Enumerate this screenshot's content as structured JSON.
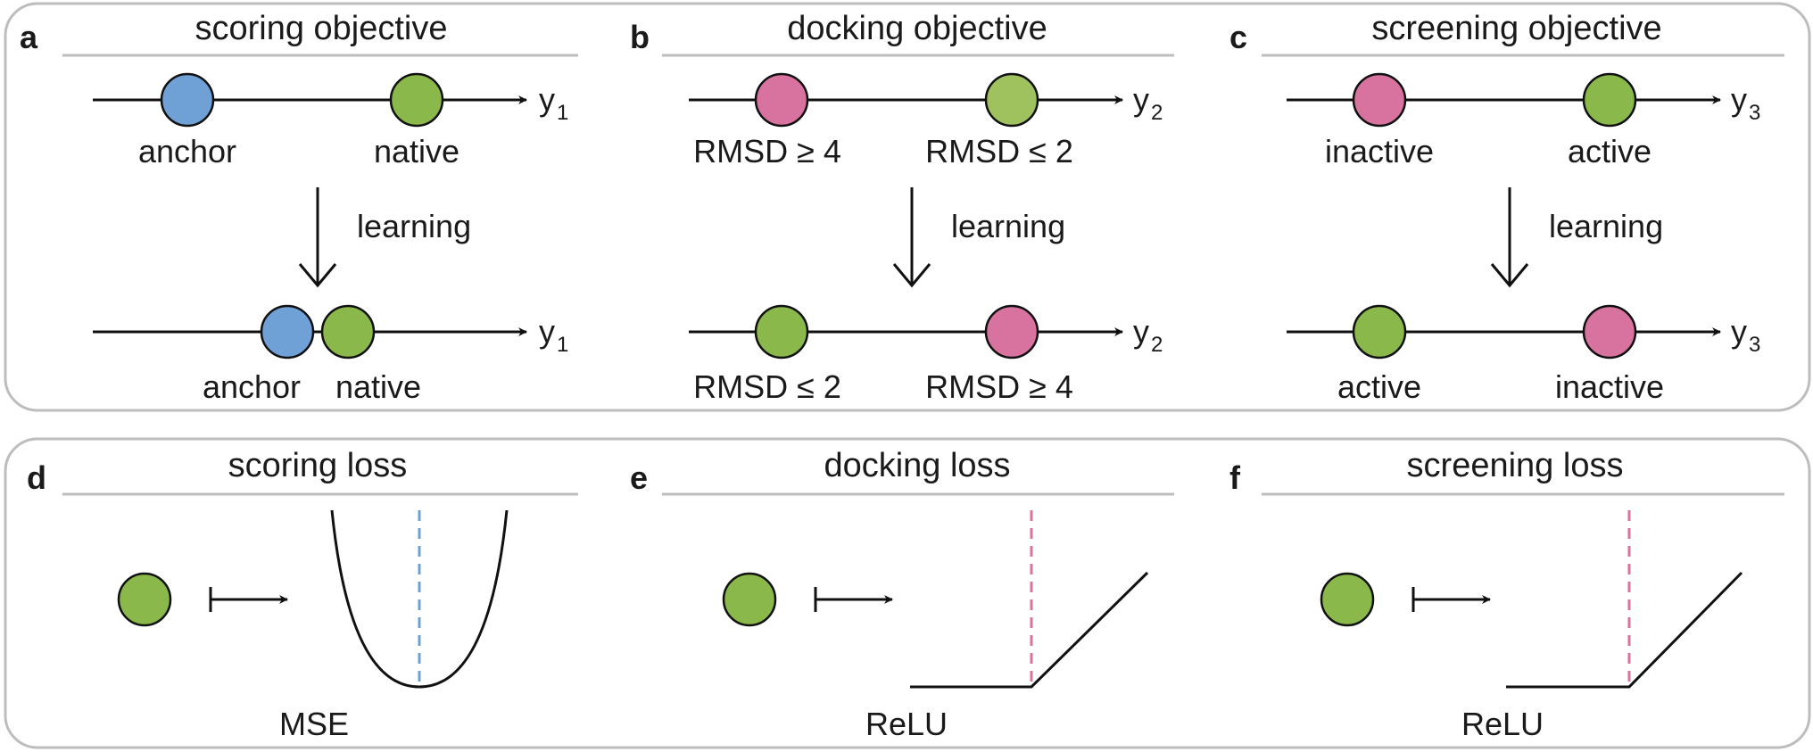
{
  "colors": {
    "blue": "#6fa0d6",
    "green": "#8ab84a",
    "light_green": "#9fc25e",
    "pink": "#d8729e",
    "frame": "#bdbdbd",
    "ink": "#111111"
  },
  "objectives": [
    {
      "panel": "a",
      "title": "scoring objective",
      "top": {
        "axis": "y",
        "sub": "1",
        "left_label": "anchor",
        "right_label": "native",
        "left_color": "blue",
        "right_color": "green"
      },
      "learning": "learning",
      "bottom": {
        "axis": "y",
        "sub": "1",
        "left_label": "anchor",
        "right_label": "native",
        "left_color": "blue",
        "right_color": "green"
      }
    },
    {
      "panel": "b",
      "title": "docking objective",
      "top": {
        "axis": "y",
        "sub": "2",
        "left_label": "RMSD ≥ 4",
        "right_label": "RMSD ≤ 2",
        "left_color": "pink",
        "right_color": "light_green"
      },
      "learning": "learning",
      "bottom": {
        "axis": "y",
        "sub": "2",
        "left_label": "RMSD ≤ 2",
        "right_label": "RMSD ≥ 4",
        "left_color": "green",
        "right_color": "pink"
      }
    },
    {
      "panel": "c",
      "title": "screening objective",
      "top": {
        "axis": "y",
        "sub": "3",
        "left_label": "inactive",
        "right_label": "active",
        "left_color": "pink",
        "right_color": "green"
      },
      "learning": "learning",
      "bottom": {
        "axis": "y",
        "sub": "3",
        "left_label": "active",
        "right_label": "inactive",
        "left_color": "green",
        "right_color": "pink"
      }
    }
  ],
  "losses": [
    {
      "panel": "d",
      "title": "scoring loss",
      "function": "MSE",
      "guide_color": "blue"
    },
    {
      "panel": "e",
      "title": "docking loss",
      "function": "ReLU",
      "guide_color": "pink"
    },
    {
      "panel": "f",
      "title": "screening loss",
      "function": "ReLU",
      "guide_color": "pink"
    }
  ]
}
